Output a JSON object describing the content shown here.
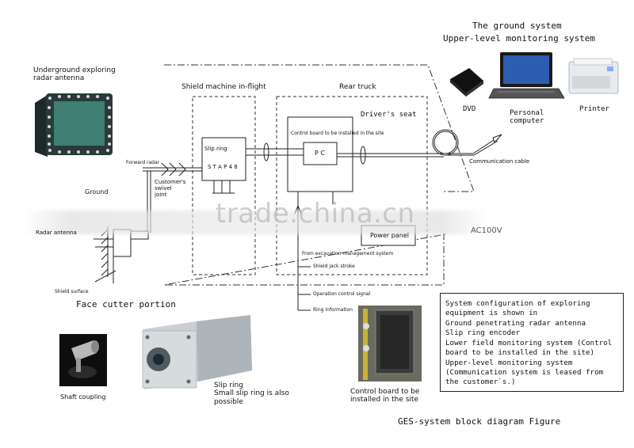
{
  "figure_title": "GES-system block diagram Figure",
  "ground_system": {
    "title_line1": "The ground system",
    "title_line2": "Upper-level monitoring system",
    "devices": {
      "dvd": "DVD",
      "personal_computer": "Personal\ncomputer",
      "printer": "Printer"
    },
    "communication_cable": "Communication cable"
  },
  "underground_radar": {
    "title": "Underground  exploring\nradar antenna"
  },
  "shield_machine": {
    "title": "Shield machine in-flight",
    "slip_ring_box": {
      "line1": "Slip ring",
      "line2": "S T A   P 4 8"
    },
    "forward_radar": "Forward radar",
    "customer_swivel": "Customer's\nswivel\njoint",
    "ground": "Ground",
    "radar_antenna": "Radar antenna",
    "shield_surface": "Shield surface",
    "face_cutter": "Face cutter portion"
  },
  "rear_truck": {
    "title": "Rear truck",
    "drivers_seat": "Driver's seat",
    "control_board": "Control board to be installed in the site",
    "pc": "P C",
    "power_panel": "Power panel",
    "ac100v": "AC100V",
    "from_excavation": "From excavation management system",
    "signals": [
      "Shield jack stroke",
      "Operation control signal",
      "Ring information"
    ]
  },
  "photos": {
    "shaft_coupling": "Shaft coupling",
    "slip_ring": "Slip ring\nSmall slip ring is also\npossible",
    "control_board": "Control board to be\ninstalled in the site"
  },
  "system_configuration": {
    "lines": [
      "System configuration of exploring equipment is shown in",
      "Ground penetrating radar antenna",
      "Slip ring encoder",
      "Lower field monitoring system (Control board to be installed in the site)",
      "Upper-level monitoring system",
      " (Communication system is leased from the customer`s.)"
    ]
  },
  "watermark": "trade.china.cn",
  "colors": {
    "line": "#222222",
    "antenna_frame": "#2a3a3a",
    "antenna_face": "#3f7f74",
    "laptop_screen": "#2d5db0"
  }
}
